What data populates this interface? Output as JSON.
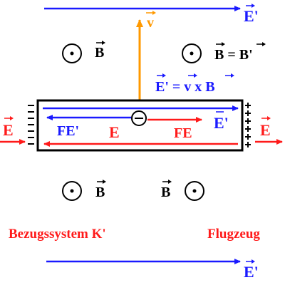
{
  "colors": {
    "blue": "#1a1aff",
    "red": "#ff1a1a",
    "orange": "#ff9900",
    "black": "#000000"
  },
  "labels": {
    "e_prime_top": "E'",
    "e_prime_bottom": "E'",
    "v": "v",
    "b_top_left": "B",
    "b_equals_b_prime": "B = B'",
    "e_prime_eq_v_x_b": "E' = v x B",
    "e_left": "E",
    "e_right": "E",
    "f_e_prime": "FE'",
    "e_inside": "E",
    "f_e": "FE",
    "e_prime_inside": "E'",
    "b_bottom_left": "B",
    "b_bottom_right": "B",
    "reference_frame": "Bezugssystem K'",
    "aircraft": "Flugzeug"
  },
  "icons": {
    "field_out_of_page": "dot-in-circle-icon",
    "electron": "minus-in-circle-icon",
    "arrow": "arrow-head-icon"
  }
}
